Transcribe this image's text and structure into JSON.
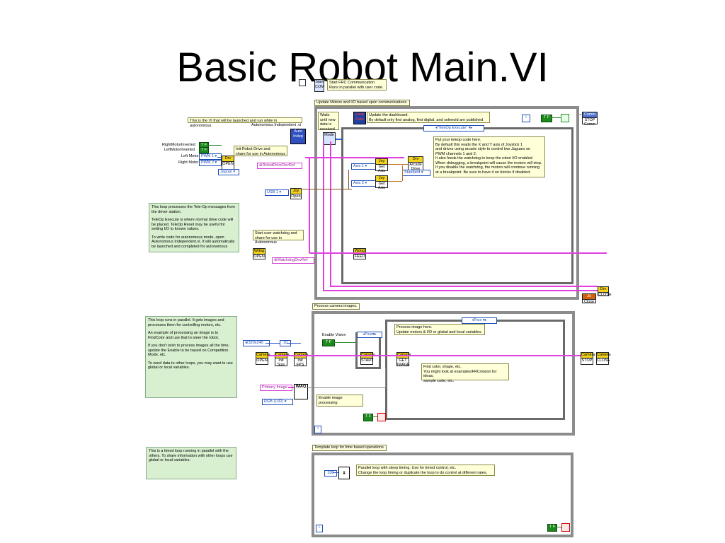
{
  "slide_title": "Basic Robot Main.VI",
  "top": {
    "start_comm_vi": "Start COM",
    "start_comm_note_line1": "Start FRC Communication",
    "start_comm_note_line2": "Runs in parallel with user code.",
    "update_motors_label": "Update Motors and I/O based upon communications.",
    "waits_note": "Waits until new data is received",
    "dash_vi": "Dash Data",
    "dashboard_note_line1": "Update the dashboard.",
    "dashboard_note_line2": "By default only first analog, first digital, and solenoid are published",
    "teleop_case_selector": "\"TeleOp Execute\"",
    "vi_launch_note": "This is the VI that will be launched and run while in autonomous.",
    "autonomous_independent": "Autonomous Independent .vi",
    "auto_vi": "Auto Indep",
    "right_motor_inverted": "RightMotorInverted",
    "left_motor_inverted": "LeftMotorInverted",
    "left_motor": "Left Motor",
    "right_motor": "Right Motor",
    "pwm1": "PWM 1",
    "pwm2": "PWM 2",
    "jaguar": "Jaguar",
    "init_drive_note_line1": "Init Robot Drive and",
    "init_drive_note_line2": "share for use in Autonomous",
    "robot_drive_ref": "RobotDriveDevRef",
    "axis1": "Axis 1",
    "axis2": "Axis 2",
    "get_axis": "Get Axis",
    "arcade_drive": "Arcade Drive",
    "standard": "Standard",
    "usb1": "USB 1",
    "joystick_open": "Open",
    "start_mode": "Mode",
    "teleop_note": [
      "Put your teleop code here.",
      "By default this reads the X and Y axis of Joystick 1",
      "and drives using arcade style to control two Jaguars on",
      "PWM channels 1 and 2.",
      "It also feeds the watchdog to keep the robot I/O enabled.",
      "When debugging, a breakpoint will cause the motors will stop.",
      "If you disable the watchdog, the motors will continue running",
      "at a breakpoint. Be sure to have it on blocks if disabled."
    ],
    "loop_note": [
      "This loop processes the Tele-Op messages from the driver station.",
      "TeleOp Execute is where normal drive code will be placed. TeleOp Reset may be useful for setting I/O to known values.",
      "To write code for autonomous mode, open Autonomous Independent.vi. It will automatically be launched and completed for autonomous"
    ],
    "watchdog_note_line1": "Start user watchdog and",
    "watchdog_note_line2": "share for use in Autonomous",
    "watchdog_open": "OPEN",
    "watchdog_ref": "WatchdogDevRef",
    "feed": "FEED",
    "stop_vi": "STOP Comm",
    "close_vi": "Close",
    "close_label": "CLOSE",
    "loop_index": "i"
  },
  "camera": {
    "label": "Process camera images.",
    "note": [
      "This loop runs in parallel. It gets images and processes them for controlling motors, etc.",
      "An example of processing an image is to FindColor and use that to steer the robot.",
      "If you don't wish to process images all the time, update the Enable to be based on Competition Mode, etc.",
      "To send data to other loops, you may want to use global or local variables."
    ],
    "resolution": "320x240",
    "fps": "10",
    "camera_hd": "Camera",
    "open": "OPEN",
    "init_size": "Init Size",
    "init_fps": "Init FPS",
    "enable_vision": "Enable Vision",
    "true_case": "True",
    "start": "START",
    "get_image": "GET IMAGE",
    "process_note_line1": "Process image here.",
    "process_note_line2": "Update motors & I/O or global and local variables",
    "find_note_line1": "Find color, shape, etc.",
    "find_note_line2": "You might look at examples/FRC/vision for ideas,",
    "find_note_line3": "sample code, etc.",
    "primary_image": "Primary Image",
    "rgb": "RGB (U32)",
    "imaq": "IMAQ",
    "enable_processing": "Enable image processing",
    "stop": "STOP",
    "close": "CLOSE",
    "loop_index": "i",
    "bool_tf": "T F"
  },
  "timed": {
    "label": "Template loop for time based operations.",
    "note": "This is a timed loop running in parallel with the others. To share information with other loops use global or local variables.",
    "wait_ms": "100",
    "parallel_note_line1": "Parallel loop with sleep timing. Use for timed control, etc.",
    "parallel_note_line2": "Change the loop timing or duplicate the loop to do control at different rates.",
    "loop_index": "i",
    "bool_tf": "T F"
  }
}
